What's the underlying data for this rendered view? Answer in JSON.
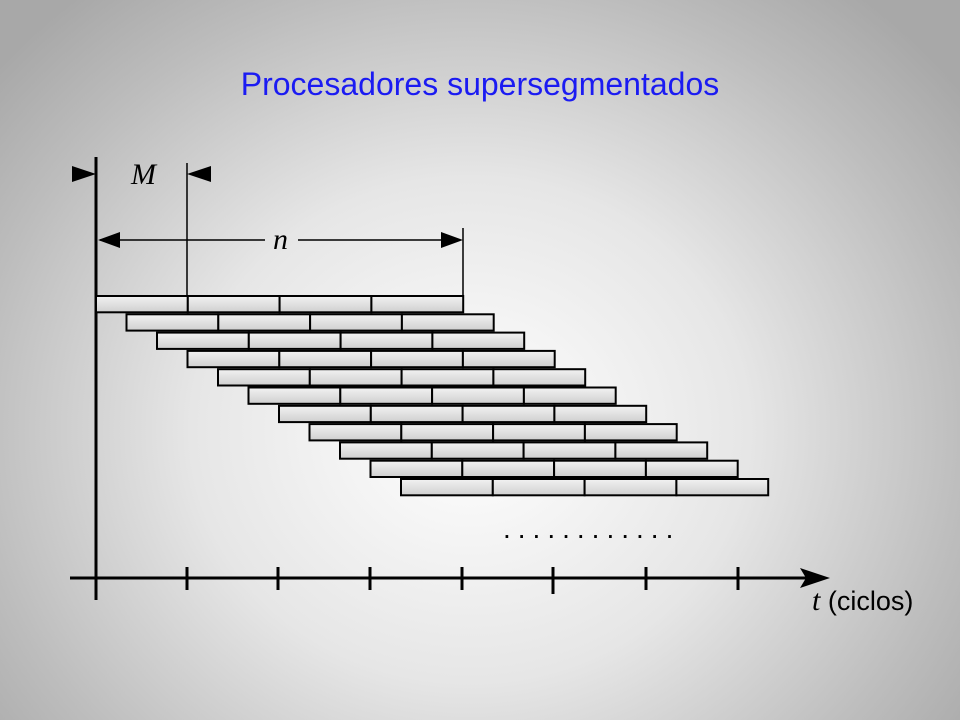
{
  "title": "Procesadores supersegmentados",
  "labels": {
    "m": "M",
    "n": "n",
    "t_var": "t",
    "t_unit": "(ciclos)"
  },
  "diagram": {
    "instruction_count": 11,
    "segments_per_instruction": 4,
    "continuation": "............"
  },
  "colors": {
    "title": "#1b1bf2",
    "segment_fill": "#d9d9d9",
    "stroke": "#000000"
  }
}
